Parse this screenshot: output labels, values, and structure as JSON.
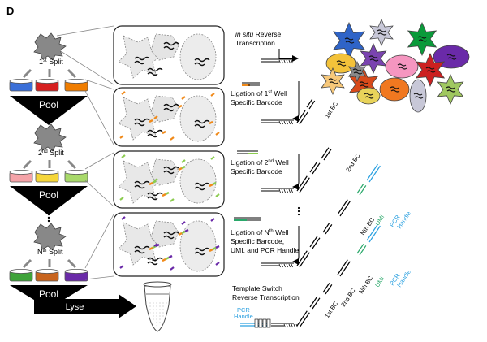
{
  "panel_label": "D",
  "splits": {
    "first": {
      "ordinal": "1",
      "sup": "st",
      "word": "Split"
    },
    "second": {
      "ordinal": "2",
      "sup": "nd",
      "word": "Split"
    },
    "nth": {
      "ordinal": "N",
      "sup": "th",
      "word": "Split"
    }
  },
  "pool_label": "Pool",
  "lyse_label": "Lyse",
  "ellipsis": "...",
  "steps": {
    "rt_italic": "in situ",
    "rt_rest": " Reverse",
    "rt_line2": "Transcription",
    "lig1_line1a": "Ligation of 1",
    "lig1_sup": "st",
    "lig1_line1b": " Well",
    "lig1_line2": "Specific Barcode",
    "lig2_line1a": "Ligation of 2",
    "lig2_sup": "nd",
    "lig2_line1b": " Well",
    "lig2_line2": "Specific Barcode",
    "ligN_line1a": "Ligation of N",
    "ligN_sup": "th",
    "ligN_line1b": " Well",
    "ligN_line2": "Specific Barcode,",
    "ligN_line3": "UMI, and PCR Handle",
    "ts_line1": "Template Switch",
    "ts_line2": "Reverse Transcription"
  },
  "strand_labels": {
    "bc1": "1st BC",
    "bc2": "2nd BC",
    "bcN": "Nth BC",
    "umi": "UMI",
    "pcr_line1": "PCR",
    "pcr_line2": "Handle"
  },
  "colors": {
    "well1": [
      "#3a6fd8",
      "#d62020",
      "#f07d00"
    ],
    "well2": [
      "#f5a3a8",
      "#f5d63a",
      "#a8d96a"
    ],
    "wellN": [
      "#3fa33a",
      "#c8641e",
      "#6a2aa8"
    ],
    "orange_bc": "#f08a1a",
    "green_bc": "#8ccc50",
    "purple_bc": "#6a2aa8",
    "umi_green": "#2aa86a",
    "pcr_blue": "#2aa0e0",
    "pool": "#000000"
  },
  "cluster_colors": [
    "#2f64c8",
    "#f3c23a",
    "#e8d35a",
    "#0a9a3a",
    "#8a8a8a",
    "#6a2aa8",
    "#d84a1a",
    "#f596c0",
    "#cc2020",
    "#f7c87a",
    "#f07820",
    "#a0c860",
    "#c8c8d8",
    "#7a44b0"
  ]
}
